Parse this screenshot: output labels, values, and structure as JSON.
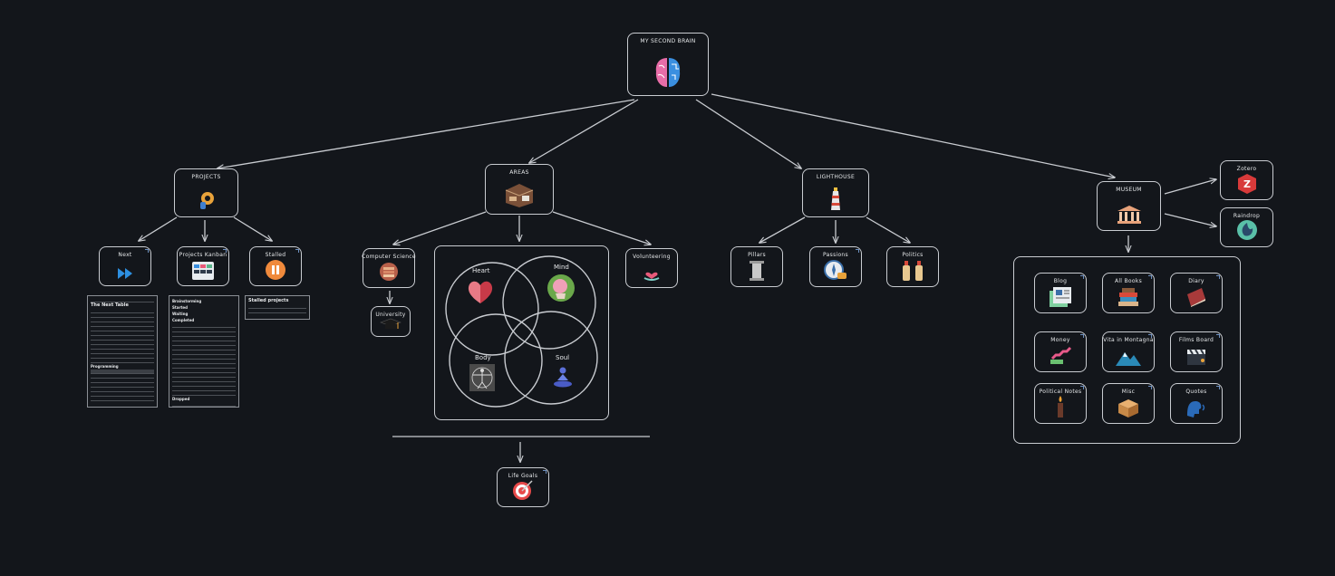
{
  "root": {
    "label": "MY SECOND BRAIN",
    "icon": "brain-icon"
  },
  "branches": {
    "projects": {
      "label": "PROJECTS",
      "icon": "gear-bulb-icon",
      "children": [
        {
          "label": "Next",
          "icon": "fast-forward-icon"
        },
        {
          "label": "Projects Kanban",
          "icon": "kanban-board-icon"
        },
        {
          "label": "Stalled",
          "icon": "pause-icon"
        }
      ]
    },
    "areas": {
      "label": "AREAS",
      "icon": "room-icon",
      "children": [
        {
          "label": "Computer Science",
          "icon": "books-stack-icon"
        },
        {
          "label": "Volunteering",
          "icon": "heart-hand-icon"
        }
      ],
      "sub": {
        "label": "University",
        "icon": "graduation-cap-icon"
      },
      "venn": [
        {
          "label": "Heart",
          "icon": "heart-brain-icon"
        },
        {
          "label": "Mind",
          "icon": "head-icon"
        },
        {
          "label": "Body",
          "icon": "vitruvian-icon"
        },
        {
          "label": "Soul",
          "icon": "meditation-icon"
        }
      ],
      "goal": {
        "label": "Life Goals",
        "icon": "target-icon"
      }
    },
    "lighthouse": {
      "label": "LIGHTHOUSE",
      "icon": "lighthouse-icon",
      "children": [
        {
          "label": "Pillars",
          "icon": "pillar-icon"
        },
        {
          "label": "Passions",
          "icon": "compass-icon"
        },
        {
          "label": "Politics",
          "icon": "bottles-icon"
        }
      ]
    },
    "museum": {
      "label": "MUSEUM",
      "icon": "museum-icon",
      "side": [
        {
          "label": "Zotero",
          "icon": "zotero-icon"
        },
        {
          "label": "Raindrop",
          "icon": "raindrop-icon"
        }
      ],
      "grid": [
        {
          "label": "Blog",
          "icon": "newspaper-icon"
        },
        {
          "label": "All Books",
          "icon": "books-icon"
        },
        {
          "label": "Diary",
          "icon": "diary-icon"
        },
        {
          "label": "Money",
          "icon": "money-stairs-icon"
        },
        {
          "label": "Vita in Montagna",
          "icon": "mountain-icon"
        },
        {
          "label": "Films Board",
          "icon": "clapper-icon"
        },
        {
          "label": "Political Notes",
          "icon": "candle-icon"
        },
        {
          "label": "Misc",
          "icon": "box-icon"
        },
        {
          "label": "Quotes",
          "icon": "speaker-icon"
        }
      ]
    }
  },
  "docs": {
    "next_table": {
      "title": "The Next Table",
      "section": "Programming"
    },
    "kanban": {
      "lines": [
        "Brainstorming",
        "Started",
        "Waiting",
        "Completed",
        "Dropped"
      ]
    },
    "stalled": {
      "title": "Stalled projects"
    }
  },
  "colors": {
    "background": "#13161b",
    "stroke": "#c9ccd1",
    "accent_blue": "#2d8fe0",
    "accent_orange": "#f08a3c"
  }
}
